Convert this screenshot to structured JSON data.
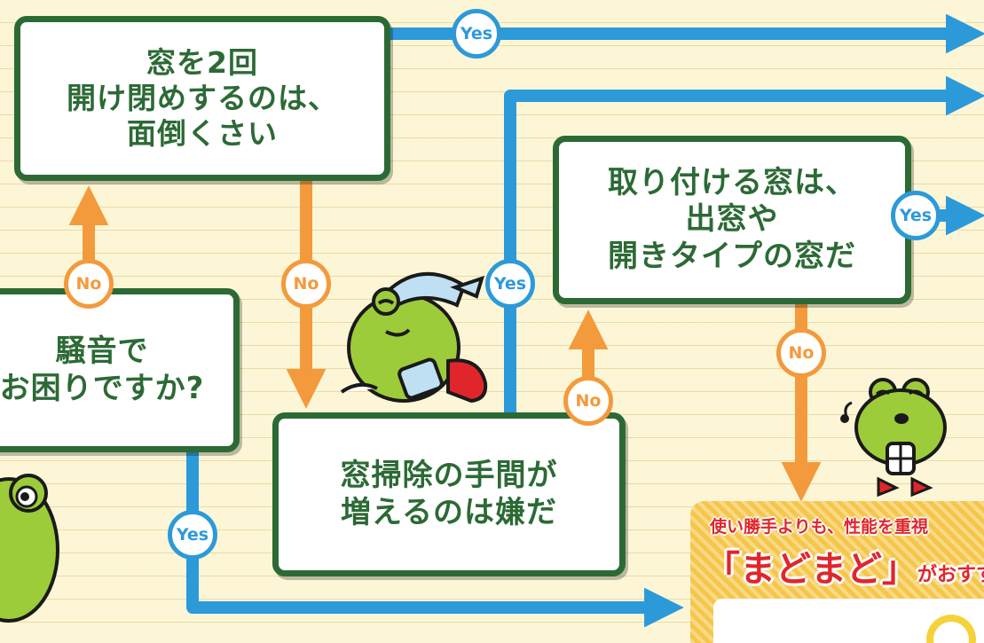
{
  "colors": {
    "background": "#fdf6d6",
    "box_border": "#2c6a35",
    "box_text": "#2c6a35",
    "yes_arrow": "#2c9ad9",
    "no_arrow": "#f39a3c",
    "frog_green": "#9dcc3a",
    "accent_red": "#e0262b",
    "recommendation_bg": "#f6c64a"
  },
  "boxes": {
    "twice": [
      "窓を2回",
      "開け閉めするのは、",
      "面倒くさい"
    ],
    "noise": [
      "騒音で",
      "お困りですか?"
    ],
    "cleaning": [
      "窓掃除の手間が",
      "増えるのは嫌だ"
    ],
    "window_type": [
      "取り付ける窓は、",
      "出窓や",
      "開きタイプの窓だ"
    ]
  },
  "badges": {
    "yes": "Yes",
    "no": "No"
  },
  "recommendation": {
    "top_text": "使い勝手よりも、性能を重視",
    "product": "「まどまど」",
    "suffix": "がおすす"
  }
}
